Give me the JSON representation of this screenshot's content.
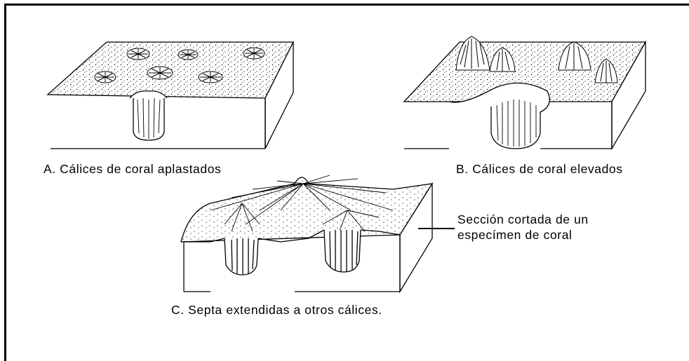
{
  "figure": {
    "panels": [
      {
        "id": "A",
        "caption": "A.  Cálices de coral aplastados"
      },
      {
        "id": "B",
        "caption": "B. Cálices de coral elevados"
      },
      {
        "id": "C",
        "caption": "C.  Septa extendidas a otros cálices."
      }
    ],
    "annotation": {
      "line1": "Sección cortada de un",
      "line2": "especímen de coral"
    }
  }
}
